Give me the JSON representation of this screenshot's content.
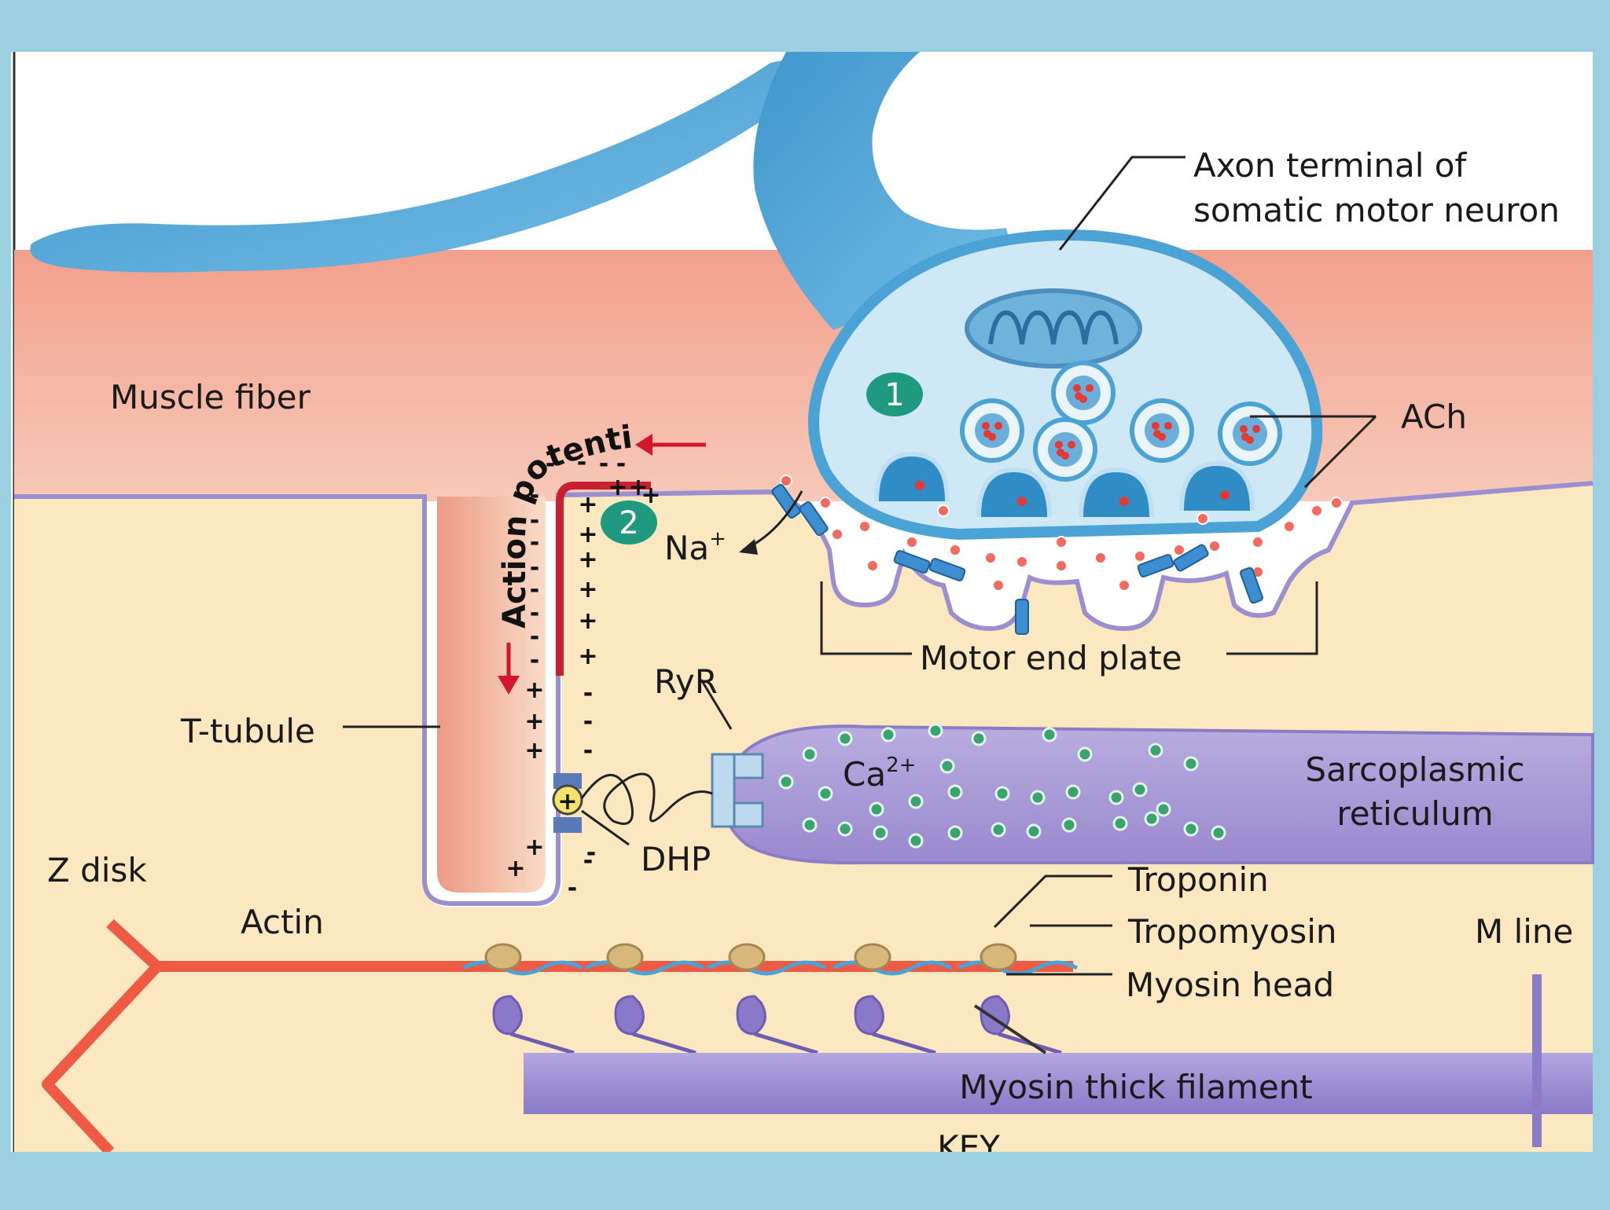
{
  "labels": {
    "axon_terminal_line1": "Axon terminal of",
    "axon_terminal_line2": "somatic motor neuron",
    "muscle_fiber": "Muscle fiber",
    "ach": "ACh",
    "action_potential": "Action potential",
    "step1": "1",
    "step2": "2",
    "na": "Na",
    "na_sup": "+",
    "motor_end_plate": "Motor end plate",
    "ryr": "RyR",
    "t_tubule": "T-tubule",
    "ca": "Ca",
    "ca_sup": "2+",
    "sr_line1": "Sarcoplasmic",
    "sr_line2": "reticulum",
    "dhp": "DHP",
    "z_disk": "Z disk",
    "actin": "Actin",
    "troponin": "Troponin",
    "tropomyosin": "Tropomyosin",
    "m_line": "M line",
    "myosin_head": "Myosin head",
    "myosin_thick_filament": "Myosin thick filament",
    "key": "KEY"
  },
  "colors": {
    "background": "#9ccfe0",
    "neuron": "#4aa3d4",
    "muscle": "#f0a896",
    "cytoplasm": "#fbe8c0",
    "membrane": "#9b8fd0",
    "sr": "#a99ad6",
    "ach_dot": "#e53935",
    "ca_dot": "#3aa36e",
    "actin": "#ee5a43",
    "step_badge": "#1f9a80"
  }
}
